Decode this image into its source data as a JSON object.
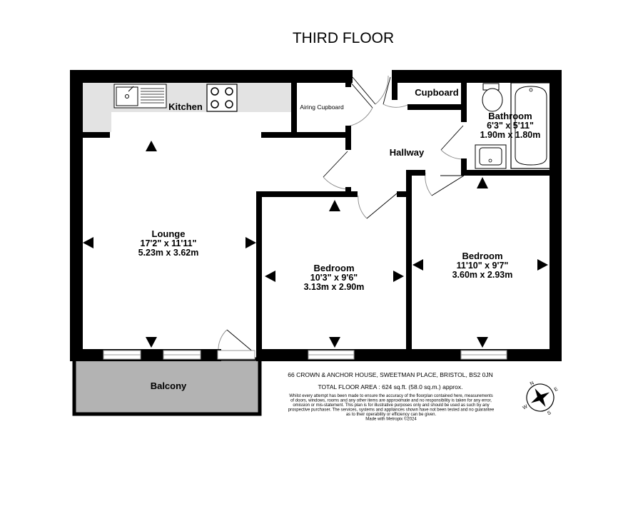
{
  "title": "THIRD FLOOR",
  "rooms": {
    "kitchen": {
      "name": "Kitchen"
    },
    "airing_cupboard": {
      "name": "Airing Cupboard"
    },
    "cupboard": {
      "name": "Cupboard"
    },
    "bathroom": {
      "name": "Bathroom",
      "imperial": "6'3\"  x 5'11\"",
      "metric": "1.90m  x 1.80m"
    },
    "hallway": {
      "name": "Hallway"
    },
    "lounge": {
      "name": "Lounge",
      "imperial": "17'2\"  x 11'11\"",
      "metric": "5.23m  x 3.62m"
    },
    "bedroom1": {
      "name": "Bedroom",
      "imperial": "10'3\"  x 9'6\"",
      "metric": "3.13m  x 2.90m"
    },
    "bedroom2": {
      "name": "Bedroom",
      "imperial": "11'10\"  x 9'7\"",
      "metric": "3.60m  x 2.93m"
    },
    "balcony": {
      "name": "Balcony"
    }
  },
  "footer": {
    "address": "66 CROWN & ANCHOR HOUSE, SWEETMAN PLACE, BRISTOL, BS2 0JN",
    "area": "TOTAL FLOOR AREA : 624 sq.ft. (58.0 sq.m.) approx.",
    "disclaimer": [
      "Whilst every attempt has been made to ensure the accuracy of the floorplan contained here, measurements",
      "of doors, windows, rooms and any other items are approximate and no responsibility is taken for any error,",
      "omission or mis-statement. This plan is for illustrative purposes only and should be used as such by any",
      "prospective purchaser. The services, systems and appliances shown have not been tested and no guarantee",
      "as to their operability or efficiency can be given.",
      "Made with Metropix ©2024"
    ]
  },
  "compass": {
    "n": "N",
    "s": "S",
    "e": "E",
    "w": "W"
  },
  "colors": {
    "wall": "#000000",
    "kitchen_counter": "#e3e3e3",
    "balcony": "#b3b3b3",
    "window_frame": "#9a9a9a"
  }
}
